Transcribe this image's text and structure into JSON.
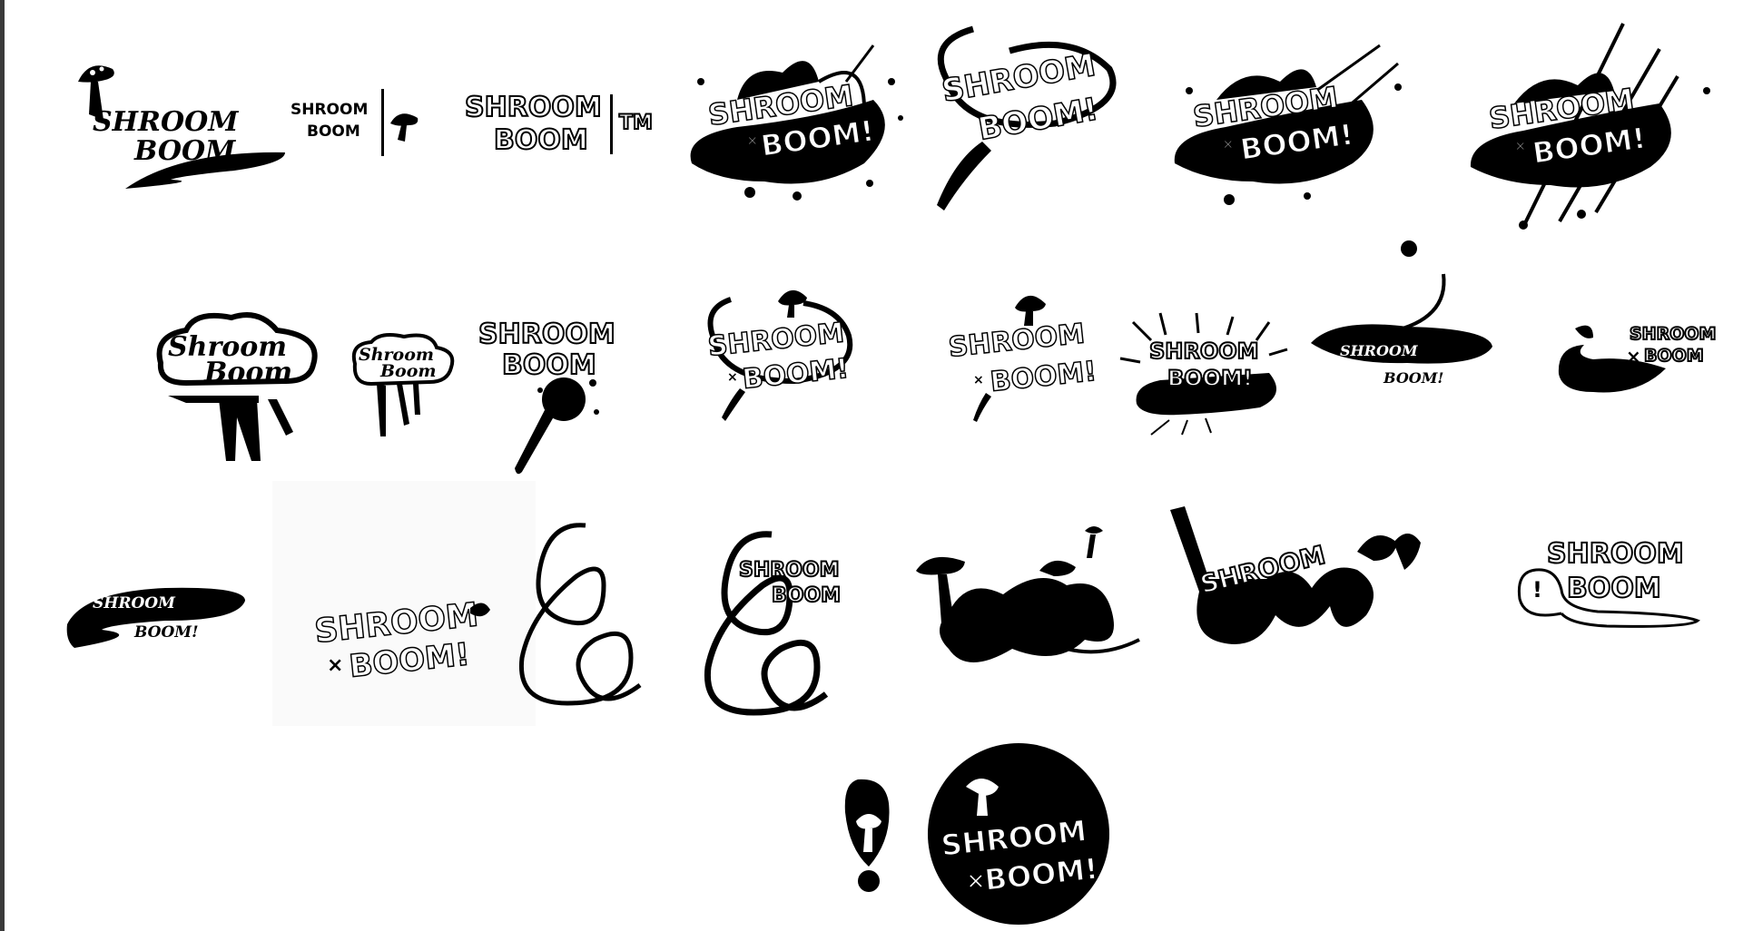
{
  "colors": {
    "ink": "#000000",
    "paper": "#ffffff",
    "edge": "#3a3a3a"
  },
  "logos": {
    "r1c1": {
      "line1": "SHROOM",
      "line2": "BOOM"
    },
    "r1c2": {
      "line1": "SHROOM",
      "line2": "BOOM"
    },
    "r1c3": {
      "line1": "SHROOM",
      "line2": "BOOM",
      "mark": "TM"
    },
    "r1c4": {
      "line1": "SHROOM",
      "x": "×",
      "line2": "BOOM!"
    },
    "r1c5": {
      "line1": "SHROOM",
      "line2": "BOOM!"
    },
    "r1c6": {
      "line1": "SHROOM",
      "x": "×",
      "line2": "BOOM!"
    },
    "r1c7": {
      "line1": "SHROOM",
      "x": "×",
      "line2": "BOOM!"
    },
    "r2c1": {
      "line1": "Shroom",
      "line2": "Boom"
    },
    "r2c2": {
      "line1": "Shroom",
      "line2": "Boom"
    },
    "r2c3": {
      "line1": "SHROOM",
      "line2": "BOOM"
    },
    "r2c4": {
      "line1": "SHROOM",
      "x": "×",
      "line2": "BOOM!"
    },
    "r2c5": {
      "line1": "SHROOM",
      "x": "×",
      "line2": "BOOM!"
    },
    "r2c6": {
      "line1": "SHROOM",
      "line2": "BOOM!"
    },
    "r2c7": {
      "line1": "SHROOM",
      "line2": "BOOM!"
    },
    "r2c8": {
      "line1": "SHROOM",
      "x": "×",
      "line2": "BOOM"
    },
    "r3c1": {
      "line1": "SHROOM",
      "line2": "BOOM!"
    },
    "r3c2": {
      "line1": "SHROOM",
      "x": "×",
      "line2": "BOOM!"
    },
    "r3c4": {
      "line1": "SHROOM",
      "line2": "BOOM"
    },
    "r3c6": {
      "line1": "SHROOM"
    },
    "r3c7": {
      "line1": "SHROOM",
      "line2": "BOOM"
    },
    "r4c2": {
      "line1": "SHROOM",
      "x": "×",
      "line2": "BOOM!"
    }
  },
  "icons": [
    "mushroom-icon",
    "splash-icon",
    "swoosh-icon",
    "monogram-sb-icon",
    "exclamation-mushroom-icon"
  ]
}
